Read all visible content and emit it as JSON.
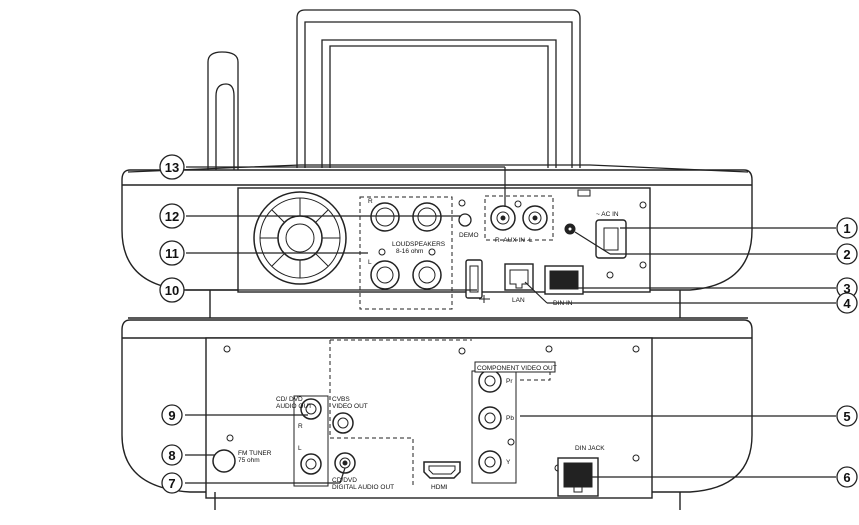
{
  "callouts": {
    "c1": "1",
    "c2": "2",
    "c3": "3",
    "c4": "4",
    "c5": "5",
    "c6": "6",
    "c7": "7",
    "c8": "8",
    "c9": "9",
    "c10": "10",
    "c11": "11",
    "c12": "12",
    "c13": "13"
  },
  "upper_panel": {
    "ac_in": "~ AC IN",
    "aux_in": "R- AUX IN -L",
    "loudspeakers": "LOUDSPEAKERS",
    "ohm": "8-16 ohm",
    "demo": "DEMO",
    "lan": "LAN",
    "din_in": "DIN IN",
    "spk_r": "R",
    "spk_l": "L"
  },
  "lower_panel": {
    "cd_dvd_audio_out_1": "CD/ DVD",
    "cd_dvd_audio_out_2": "AUDIO OUT",
    "cvbs_1": "CVBS",
    "cvbs_2": "VIDEO OUT",
    "component_video_out": "COMPONENT VIDEO OUT",
    "pr": "Pr",
    "pb": "Pb",
    "y": "Y",
    "fm_tuner": "FM TUNER",
    "fm_ohm": "75 ohm",
    "digital_1": "CD/DVD",
    "digital_2": "DIGITAL AUDIO OUT",
    "hdmi": "HDMI",
    "din_jack": "DIN JACK",
    "r": "R",
    "l": "L"
  }
}
